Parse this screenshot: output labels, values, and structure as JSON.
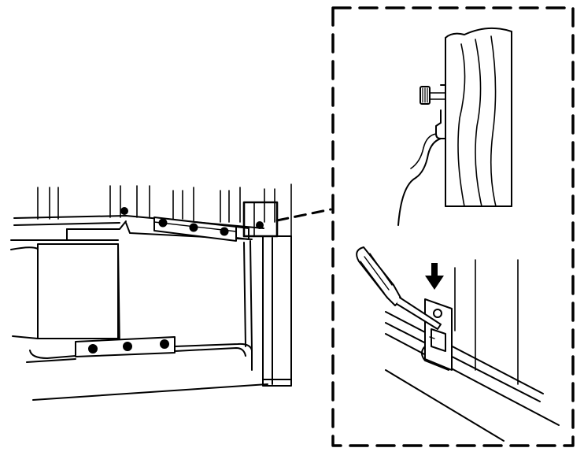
{
  "diagram": {
    "type": "installation-illustration",
    "colors": {
      "line": "#000000",
      "fill": "#ffffff"
    },
    "parts": [
      {
        "name": "cabinet-underside",
        "icon": "cabinet-outline"
      },
      {
        "name": "mounting-rail-front",
        "icon": "rail-with-screws"
      },
      {
        "name": "mounting-rail-top",
        "icon": "rail-with-screws"
      },
      {
        "name": "detail-callout",
        "icon": "dashed-leader-line"
      },
      {
        "name": "detail-inset",
        "icon": "dashed-border-box"
      },
      {
        "name": "bracket-side-view",
        "icon": "bracket-hook"
      },
      {
        "name": "bracket-front-view",
        "icon": "bracket-plate"
      },
      {
        "name": "screwdriver",
        "icon": "screwdriver-icon"
      },
      {
        "name": "direction-arrow",
        "icon": "arrow-down-icon"
      }
    ]
  }
}
